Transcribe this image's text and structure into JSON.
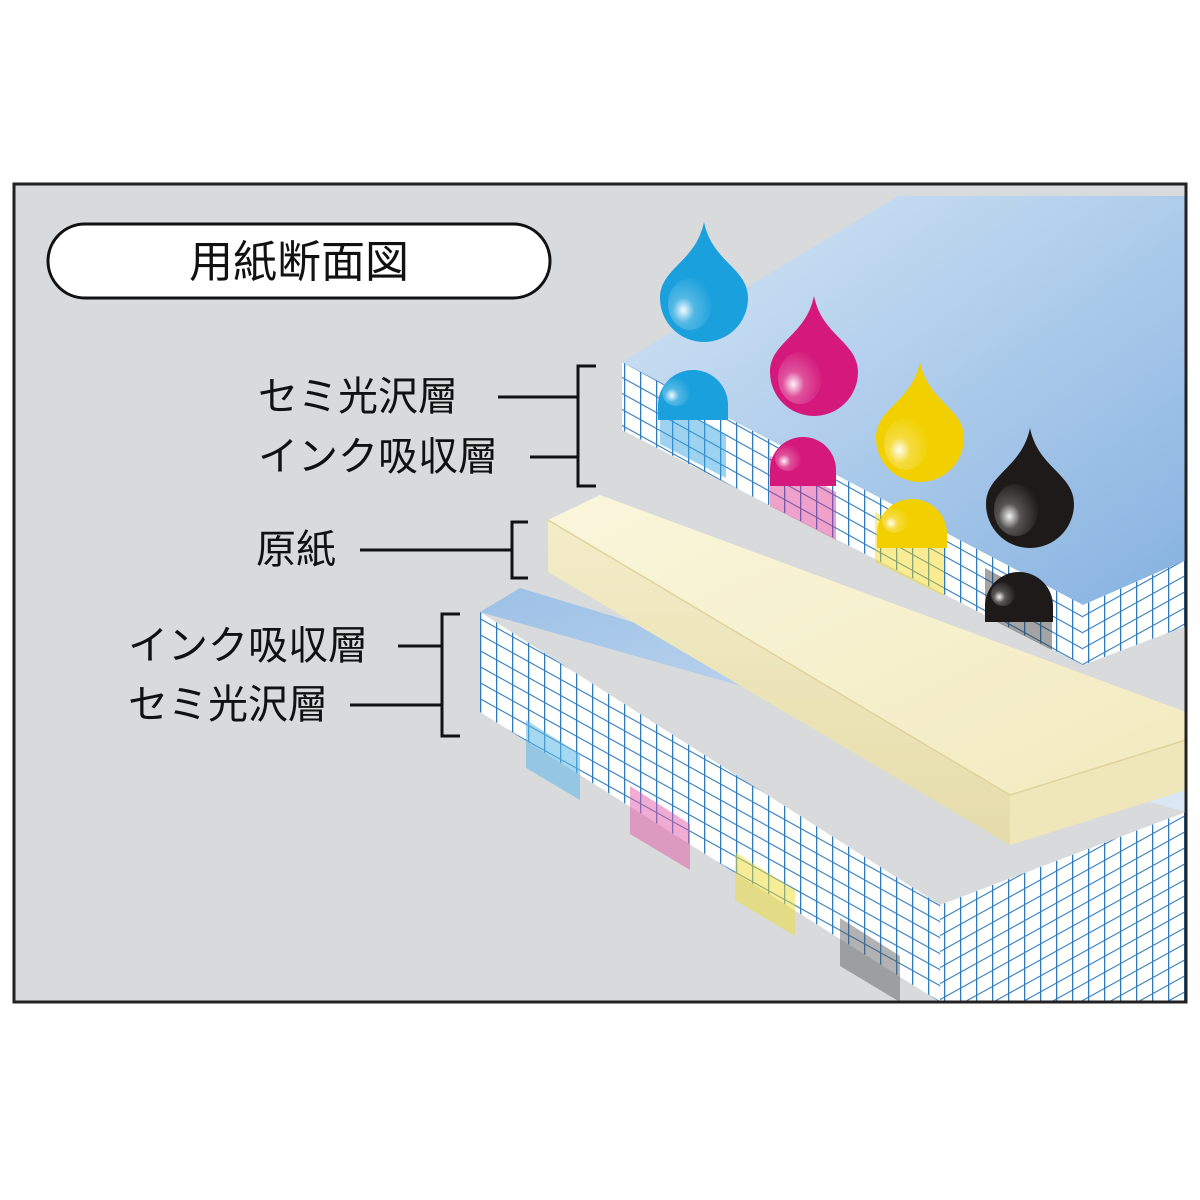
{
  "title": "用紙断面図",
  "labels": {
    "upper_coat": "セミ光沢層",
    "upper_absorb": "インク吸収層",
    "base_paper": "原紙",
    "lower_absorb": "インク吸収層",
    "lower_coat": "セミ光沢層"
  },
  "inks": [
    {
      "name": "cyan",
      "color": "#1aa0dc"
    },
    {
      "name": "magenta",
      "color": "#d4187c"
    },
    {
      "name": "yellow",
      "color": "#f2d000"
    },
    {
      "name": "black",
      "color": "#1e1a1a"
    }
  ],
  "colors": {
    "panel_bg": "#d9dadc",
    "panel_border": "#222222",
    "coat_top": "#a9c8e6",
    "base_paper": "#f6f0c8",
    "grid_line": "#2f7bbf"
  }
}
